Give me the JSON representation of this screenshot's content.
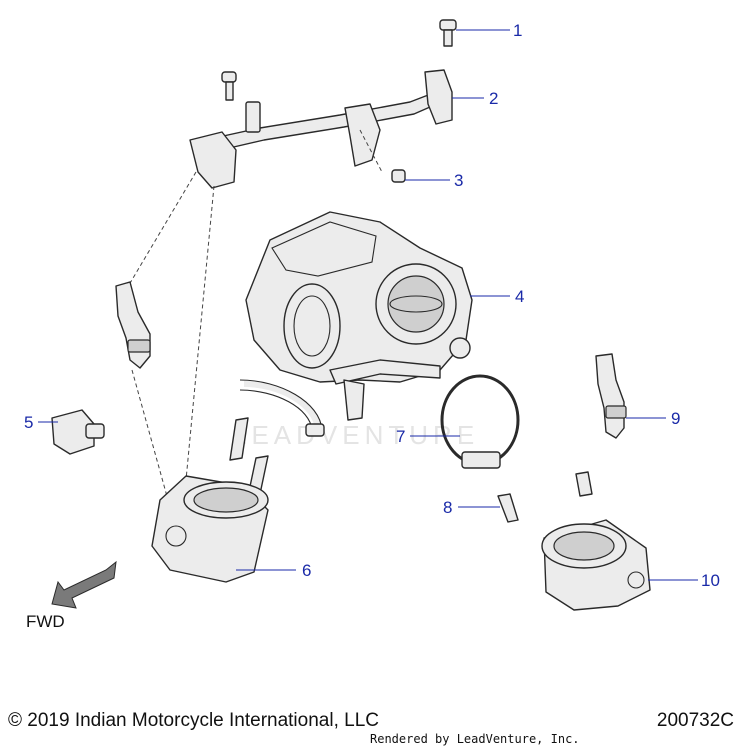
{
  "callouts": [
    "1",
    "2",
    "3",
    "4",
    "5",
    "6",
    "7",
    "8",
    "9",
    "10"
  ],
  "direction": {
    "label": "FWD"
  },
  "watermark": "LEADVENTURE",
  "footer": {
    "copyright": "© 2019 Indian Motorcycle International, LLC",
    "diagram_number": "200732C",
    "rendered_by": "Rendered by LeadVenture, Inc."
  },
  "colors": {
    "callout": "#1a2aa8",
    "line_art": "#2a2a2a",
    "arrow_fill": "#7a7a7a"
  }
}
